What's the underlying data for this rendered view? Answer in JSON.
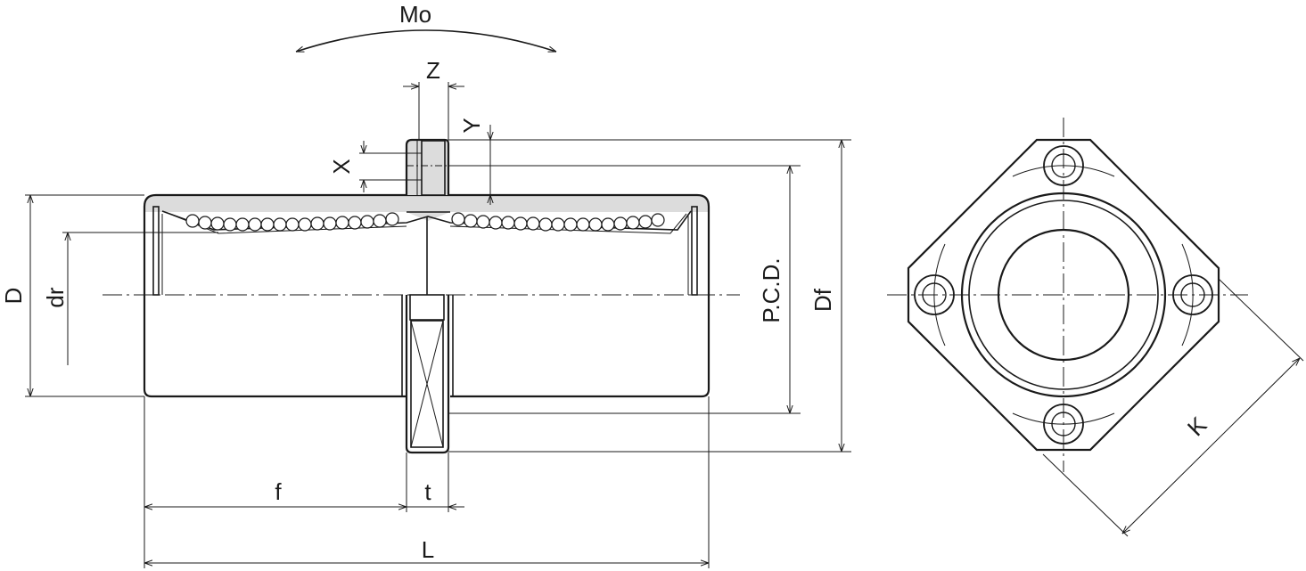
{
  "labels": {
    "mo": "Mo",
    "z": "Z",
    "y": "Y",
    "x": "X",
    "d": "D",
    "dr": "dr",
    "pcd": "P.C.D.",
    "df": "Df",
    "f": "f",
    "t": "t",
    "l": "L",
    "k": "K"
  },
  "colors": {
    "line": "#1a1a1a",
    "shade": "#dcdcdc",
    "background": "#ffffff"
  }
}
